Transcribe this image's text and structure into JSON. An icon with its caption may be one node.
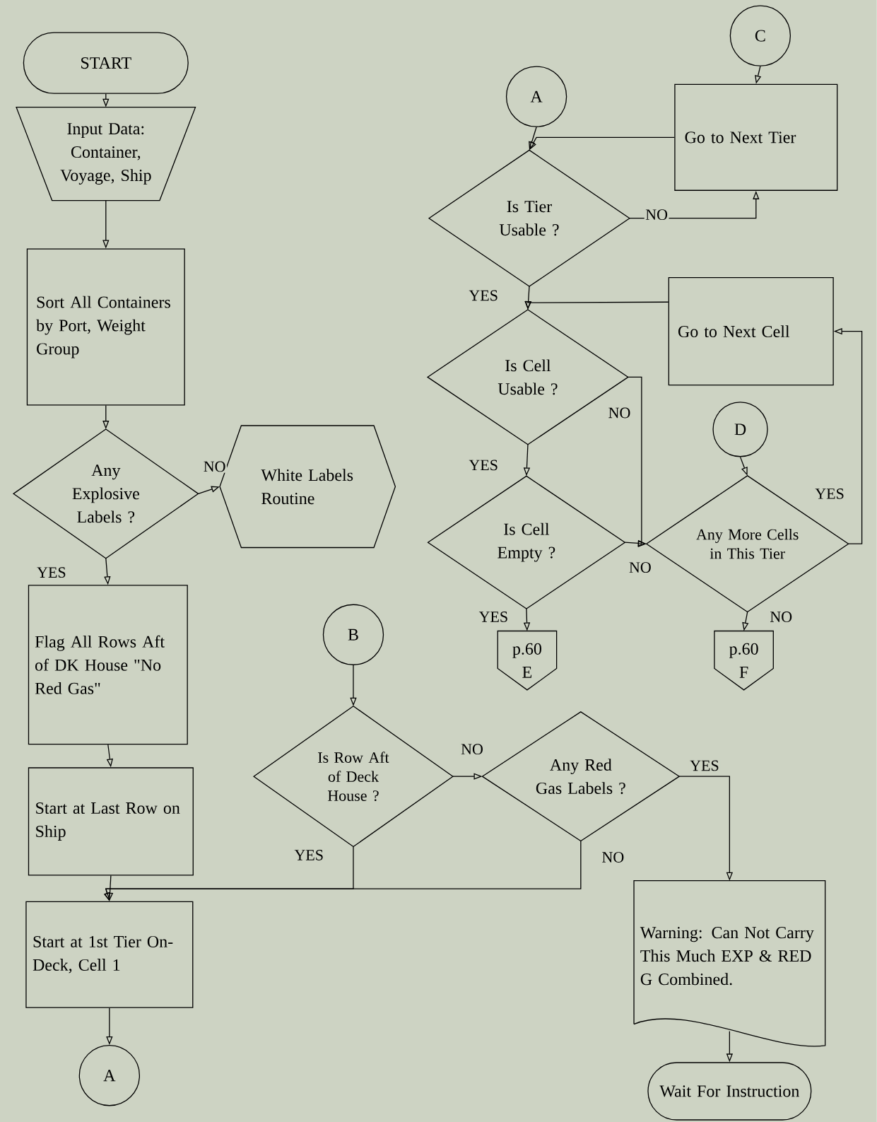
{
  "diagram": {
    "nodes": [
      {
        "text": [
          "START"
        ]
      },
      {
        "text": [
          "Input Data: Container, Voyage, Ship"
        ]
      },
      {
        "text": [
          "Sort All Containers by Port, Weight Group"
        ]
      },
      {
        "text": [
          "Any Explosive Labels ?"
        ]
      },
      {
        "text": [
          "White Labels Routine"
        ]
      },
      {
        "text": [
          "Flag All Rows Aft of DK House \"No Red Gas\""
        ]
      },
      {
        "text": [
          "Start at Last Row on Ship"
        ]
      },
      {
        "text": [
          "Start at 1st Tier On-Deck, Cell 1"
        ]
      },
      {
        "text": [
          "A"
        ]
      },
      {
        "text": [
          "B"
        ]
      },
      {
        "text": [
          "Is Row Aft of Deck House ?"
        ]
      },
      {
        "text": [
          "Any Red Gas Labels ?"
        ]
      },
      {
        "text": [
          "Warning: Can Not Carry This Much EXP & RED G Combined."
        ]
      },
      {
        "text": [
          "Wait For Instruction"
        ]
      },
      {
        "text": [
          "A"
        ]
      },
      {
        "text": [
          "C"
        ]
      },
      {
        "text": [
          "Go to Next Tier"
        ]
      },
      {
        "text": [
          "Is Tier Usable ?"
        ]
      },
      {
        "text": [
          "Go to Next Cell"
        ]
      },
      {
        "text": [
          "Is Cell Usable ?"
        ]
      },
      {
        "text": [
          "Is Cell Empty ?"
        ]
      },
      {
        "text": [
          "D"
        ]
      },
      {
        "text": [
          "Any More Cells in This Tier"
        ]
      },
      {
        "text": [
          "p.60",
          "E"
        ]
      },
      {
        "text": [
          "p.60",
          "F"
        ]
      }
    ],
    "edges": [
      {
        "from": 0,
        "to": 1,
        "arrow": "to"
      },
      {
        "from": 1,
        "to": 2,
        "arrow": "to"
      },
      {
        "from": 2,
        "to": 3,
        "arrow": "to"
      },
      {
        "from": 3,
        "to": 4,
        "arrow": "to",
        "label": "NO"
      },
      {
        "from": 3,
        "to": 5,
        "arrow": "to",
        "label": "YES"
      },
      {
        "from": 5,
        "to": 6,
        "arrow": "to"
      },
      {
        "from": 6,
        "to": 7,
        "arrow": "to"
      },
      {
        "from": 7,
        "to": 8,
        "arrow": "to"
      },
      {
        "from": 9,
        "to": 10,
        "arrow": "to"
      },
      {
        "from": 10,
        "to": 11,
        "arrow": "to",
        "label": "NO"
      },
      {
        "from": 10,
        "to": 7,
        "arrow": "to",
        "label": "YES"
      },
      {
        "from": 11,
        "to": 7,
        "arrow": "to",
        "label": "NO"
      },
      {
        "from": 11,
        "to": 12,
        "arrow": "to",
        "label": "YES"
      },
      {
        "from": 12,
        "to": 13,
        "arrow": "to"
      },
      {
        "from": 15,
        "to": 16,
        "arrow": "to"
      },
      {
        "from": 16,
        "to": 17,
        "arrow": "to"
      },
      {
        "from": 14,
        "to": 17,
        "arrow": "to"
      },
      {
        "from": 17,
        "to": 16,
        "arrow": "to",
        "label": "NO"
      },
      {
        "from": 17,
        "to": 19,
        "arrow": "to",
        "label": "YES"
      },
      {
        "from": 18,
        "to": 19,
        "arrow": "to"
      },
      {
        "from": 19,
        "to": 20,
        "arrow": "to",
        "label": "YES"
      },
      {
        "from": 19,
        "to": 22,
        "arrow": "to",
        "label": "NO"
      },
      {
        "from": 20,
        "to": 22,
        "arrow": "to",
        "label": "NO"
      },
      {
        "from": 21,
        "to": 22,
        "arrow": "to"
      },
      {
        "from": 22,
        "to": 18,
        "arrow": "to",
        "label": "YES"
      },
      {
        "from": 20,
        "to": 23,
        "arrow": "to",
        "label": "YES"
      },
      {
        "from": 22,
        "to": 24,
        "arrow": "to",
        "label": "NO"
      }
    ]
  }
}
